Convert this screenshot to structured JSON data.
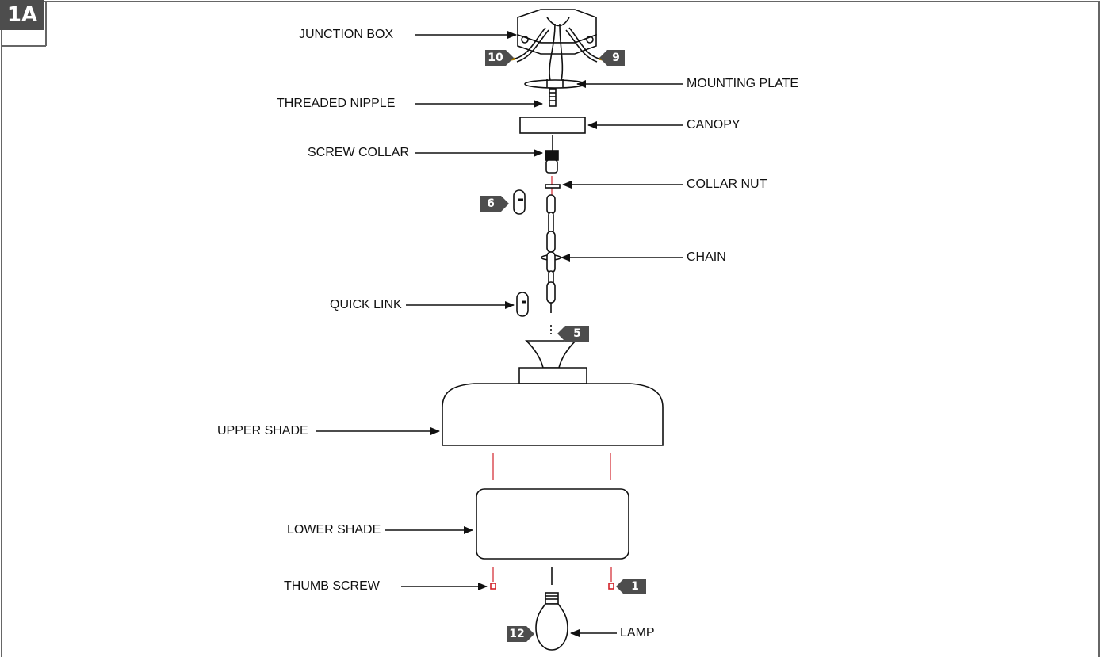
{
  "figure_id": "1A",
  "labels": {
    "junction_box": "JUNCTION BOX",
    "mounting_plate": "MOUNTING PLATE",
    "threaded_nipple": "THREADED NIPPLE",
    "canopy": "CANOPY",
    "screw_collar": "SCREW COLLAR",
    "collar_nut": "COLLAR NUT",
    "chain": "CHAIN",
    "quick_link": "QUICK LINK",
    "upper_shade": "UPPER SHADE",
    "lower_shade": "LOWER SHADE",
    "thumb_screw": "THUMB SCREW",
    "lamp": "LAMP"
  },
  "callouts": {
    "wire_left": "10",
    "wire_right": "9",
    "quick_link_top": "6",
    "shade_top": "5",
    "thumb_screw_right": "1",
    "lamp": "12"
  },
  "colors": {
    "line": "#111111",
    "badge": "#4d4d4d",
    "guide": "#d2232a"
  }
}
